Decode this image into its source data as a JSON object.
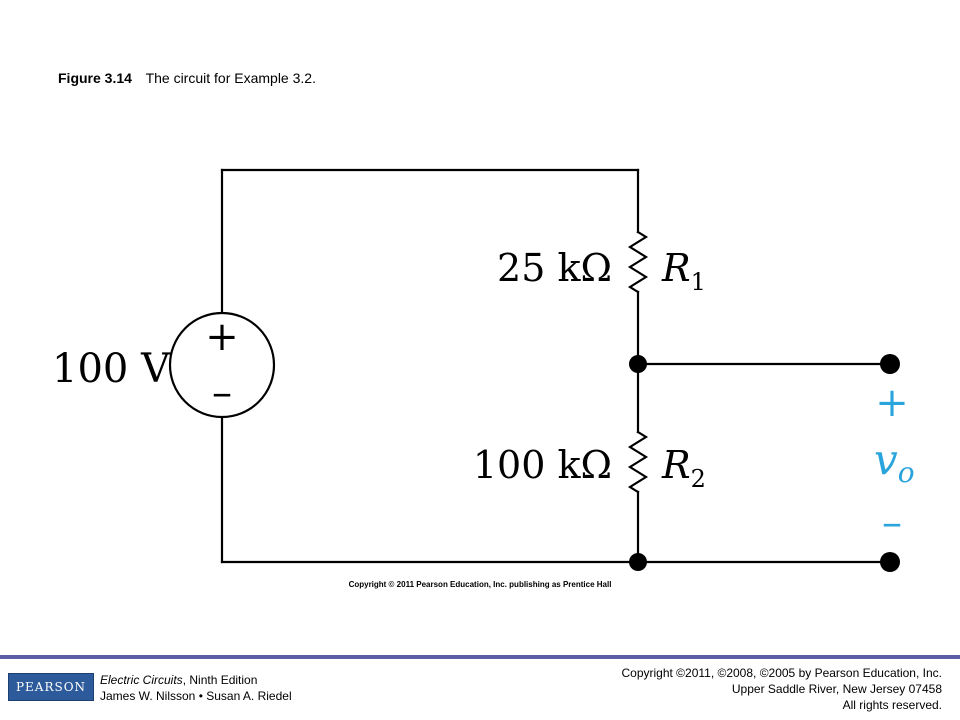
{
  "caption": {
    "number": "Figure 3.14",
    "text": "The circuit for Example 3.2."
  },
  "circuit": {
    "source_label": "100 V",
    "source_plus": "+",
    "source_minus": "–",
    "r1_value": "25 kΩ",
    "r1_name": "R",
    "r1_sub": "1",
    "r2_value": "100 kΩ",
    "r2_name": "R",
    "r2_sub": "2",
    "out_plus": "+",
    "out_minus": "–",
    "out_var": "v",
    "out_sub": "o",
    "diagram_copyright": "Copyright © 2011 Pearson Education, Inc. publishing as Prentice Hall"
  },
  "colors": {
    "wire": "#000000",
    "output_label": "#2aa4dc",
    "footer_rule": "#5b5ea6",
    "logo_bg": "#2c5a9a"
  },
  "footer": {
    "logo": "PEARSON",
    "book_title": "Electric Circuits",
    "book_edition": ", Ninth Edition",
    "authors": "James W. Nilsson • Susan A. Riedel",
    "copyright_line1": "Copyright ©2011, ©2008, ©2005 by Pearson Education, Inc.",
    "copyright_line2": "Upper Saddle River, New Jersey 07458",
    "copyright_line3": "All rights reserved."
  }
}
